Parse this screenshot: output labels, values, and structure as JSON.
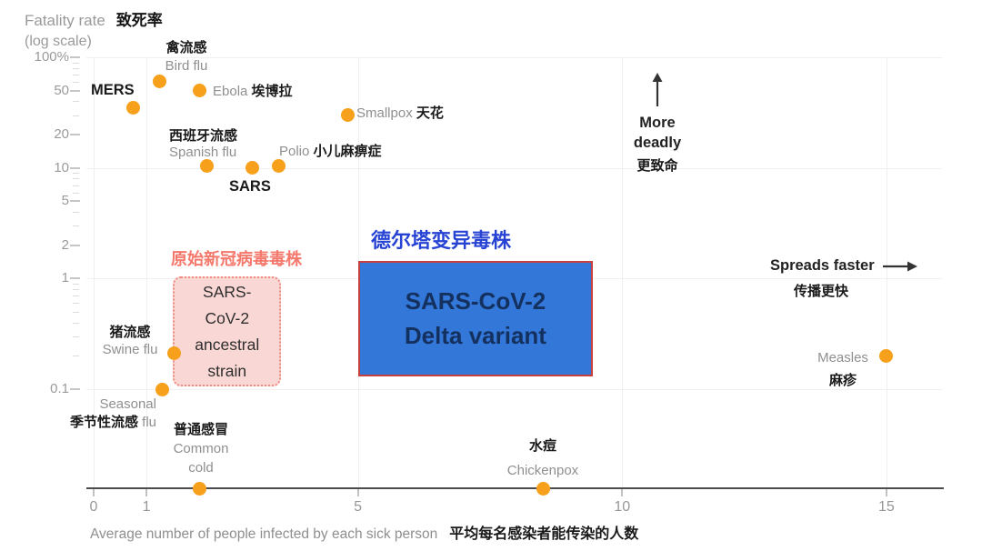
{
  "chart_data": {
    "type": "scatter",
    "title": {
      "en": "Fatality rate",
      "zh": "致死率",
      "scale_note": "(log scale)"
    },
    "x_axis": {
      "label_en": "Average number of people infected by each sick person",
      "label_zh": "平均每名感染者能传染的人数",
      "ticks": [
        0,
        1,
        5,
        10,
        15
      ],
      "range": [
        0,
        16
      ]
    },
    "y_axis": {
      "scale": "log",
      "unit": "percent",
      "tick_labels": [
        "100%",
        "50",
        "20",
        "10",
        "5",
        "2",
        "1",
        "0.1"
      ],
      "tick_values": [
        100,
        50,
        20,
        10,
        5,
        2,
        1,
        0.1
      ]
    },
    "point_color": "#F7A01B",
    "points": [
      {
        "id": "mers",
        "name_en": "MERS",
        "name_zh": "",
        "r0": 0.75,
        "fatality_pct": 35,
        "on_axis": false,
        "label_lines": [
          [
            {
              "t": "MERS",
              "s": "b"
            }
          ]
        ]
      },
      {
        "id": "bird_flu",
        "name_en": "Bird flu",
        "name_zh": "禽流感",
        "r0": 1.25,
        "fatality_pct": 60,
        "on_axis": false,
        "label_lines": [
          [
            {
              "t": "禽流感",
              "s": "zh"
            }
          ],
          [
            {
              "t": "Bird flu",
              "s": "en"
            }
          ]
        ]
      },
      {
        "id": "ebola",
        "name_en": "Ebola",
        "name_zh": "埃博拉",
        "r0": 2.0,
        "fatality_pct": 50,
        "on_axis": false,
        "label_lines": [
          [
            {
              "t": "Ebola",
              "s": "en"
            },
            {
              "t": " 埃博拉",
              "s": "zh"
            }
          ]
        ]
      },
      {
        "id": "smallpox",
        "name_en": "Smallpox",
        "name_zh": "天花",
        "r0": 4.8,
        "fatality_pct": 30,
        "on_axis": false,
        "label_lines": [
          [
            {
              "t": "Smallpox",
              "s": "en"
            },
            {
              "t": " 天花",
              "s": "zh"
            }
          ]
        ]
      },
      {
        "id": "spanish_flu",
        "name_en": "Spanish flu",
        "name_zh": "西班牙流感",
        "r0": 2.15,
        "fatality_pct": 10.5,
        "on_axis": false,
        "label_lines": [
          [
            {
              "t": "西班牙流感",
              "s": "zh"
            }
          ],
          [
            {
              "t": "Spanish flu",
              "s": "en"
            }
          ]
        ]
      },
      {
        "id": "polio",
        "name_en": "Polio",
        "name_zh": "小儿麻痹症",
        "r0": 3.5,
        "fatality_pct": 10.5,
        "on_axis": false,
        "label_lines": [
          [
            {
              "t": "Polio ",
              "s": "en"
            },
            {
              "t": "小儿麻痹症",
              "s": "zh"
            }
          ]
        ]
      },
      {
        "id": "sars",
        "name_en": "SARS",
        "name_zh": "",
        "r0": 3.0,
        "fatality_pct": 10,
        "on_axis": false,
        "label_lines": [
          [
            {
              "t": "SARS",
              "s": "b"
            }
          ]
        ]
      },
      {
        "id": "swine_flu",
        "name_en": "Swine flu",
        "name_zh": "猪流感",
        "r0": 1.53,
        "fatality_pct": 0.21,
        "on_axis": false,
        "label_lines": [
          [
            {
              "t": "猪流感",
              "s": "zh"
            }
          ],
          [
            {
              "t": "Swine flu",
              "s": "en"
            }
          ]
        ]
      },
      {
        "id": "seasonal_flu",
        "name_en": "Seasonal flu",
        "name_zh": "季节性流感",
        "r0": 1.3,
        "fatality_pct": 0.1,
        "on_axis": false,
        "label_lines": [
          [
            {
              "t": "Seasonal",
              "s": "en"
            }
          ],
          [
            {
              "t": "季节性流感",
              "s": "zh"
            },
            {
              "t": " flu",
              "s": "en"
            }
          ]
        ]
      },
      {
        "id": "common_cold",
        "name_en": "Common cold",
        "name_zh": "普通感冒",
        "r0": 2.0,
        "fatality_pct": null,
        "on_axis": true,
        "label_lines": [
          [
            {
              "t": "普通感冒",
              "s": "zh"
            }
          ],
          [
            {
              "t": "Common",
              "s": "en"
            }
          ],
          [
            {
              "t": "cold",
              "s": "en"
            }
          ]
        ]
      },
      {
        "id": "chickenpox",
        "name_en": "Chickenpox",
        "name_zh": "水痘",
        "r0": 8.5,
        "fatality_pct": null,
        "on_axis": true,
        "label_lines": [
          [
            {
              "t": "水痘",
              "s": "zh"
            }
          ],
          [
            {
              "t": "Chickenpox",
              "s": "en"
            }
          ]
        ]
      },
      {
        "id": "measles",
        "name_en": "Measles",
        "name_zh": "麻疹",
        "r0": 15.0,
        "fatality_pct": 0.2,
        "on_axis": false,
        "label_lines": [
          [
            {
              "t": "Measles",
              "s": "en"
            }
          ],
          [
            {
              "t": "麻疹",
              "s": "zh"
            }
          ]
        ]
      }
    ],
    "boxes": [
      {
        "id": "ancestral",
        "title": "原始新冠病毒毒株",
        "lines": [
          "SARS-",
          "CoV-2",
          "ancestral",
          "strain"
        ],
        "r0_range": [
          1.5,
          3.55
        ],
        "fatality_range_pct": [
          0.105,
          1.05
        ],
        "fill": "#f9d7d4",
        "border": "#ef8a7e",
        "border_style": "dotted",
        "title_color": "#f4786c",
        "text_color": "#2e2e2e"
      },
      {
        "id": "delta",
        "title": "德尔塔变异毒株",
        "lines": [
          "SARS-CoV-2",
          "Delta variant"
        ],
        "r0_range": [
          5.0,
          9.45
        ],
        "fatality_range_pct": [
          0.13,
          1.45
        ],
        "fill": "#3377d8",
        "border": "#c8403e",
        "border_style": "solid",
        "title_color": "#2743d4",
        "text_color": "#14305f"
      }
    ],
    "annotations": {
      "more_deadly": {
        "en_line1": "More",
        "en_line2": "deadly",
        "zh": "更致命",
        "arrow": "up-arrow"
      },
      "spreads_faster": {
        "en": "Spreads faster",
        "zh": "传播更快",
        "arrow": "right-arrow"
      }
    }
  }
}
